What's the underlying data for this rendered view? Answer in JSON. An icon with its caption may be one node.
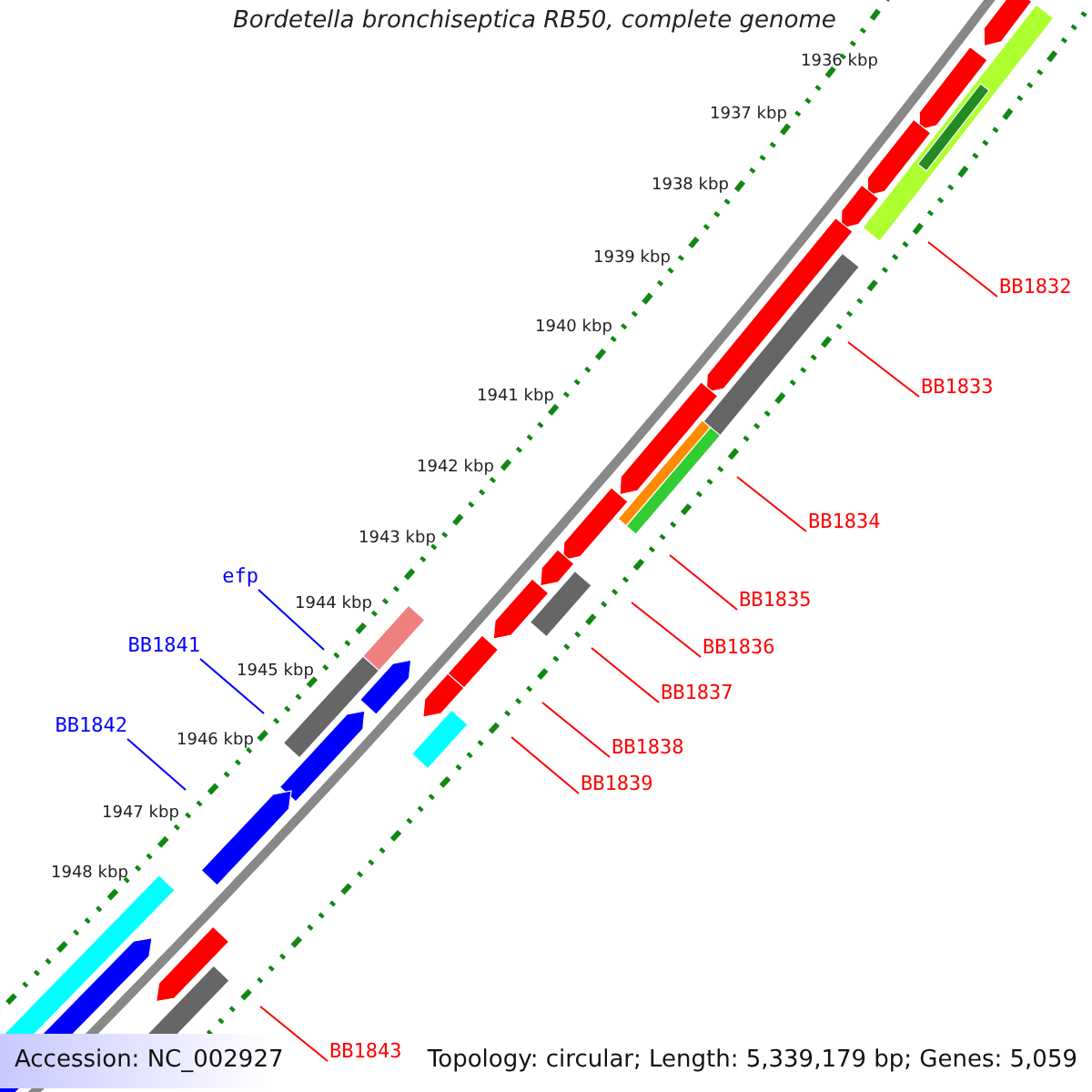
{
  "diagram": {
    "title": "Bordetella bronchiseptica RB50, complete genome",
    "nodes": [
      {
        "text": [
          "BB1832"
        ]
      },
      {
        "text": [
          "BB1833"
        ]
      },
      {
        "text": [
          "BB1834"
        ]
      },
      {
        "text": [
          "BB1835"
        ]
      },
      {
        "text": [
          "efp"
        ]
      },
      {
        "text": [
          "BB1836"
        ]
      },
      {
        "text": [
          "BB1841"
        ]
      },
      {
        "text": [
          "BB1837"
        ]
      },
      {
        "text": [
          "BB1842"
        ]
      },
      {
        "text": [
          "BB1838"
        ]
      },
      {
        "text": [
          "BB1839"
        ]
      },
      {
        "text": [
          "BB1843"
        ]
      }
    ],
    "edges": [
      {
        "from": 0,
        "to": null,
        "arrow": "none"
      },
      {
        "from": 1,
        "to": null,
        "arrow": "none"
      },
      {
        "from": 2,
        "to": null,
        "arrow": "none"
      },
      {
        "from": 3,
        "to": null,
        "arrow": "none"
      },
      {
        "from": 4,
        "to": null,
        "arrow": "none",
        "color": "#0000ff"
      },
      {
        "from": 5,
        "to": null,
        "arrow": "none"
      },
      {
        "from": 6,
        "to": null,
        "arrow": "none",
        "color": "#0000ff"
      },
      {
        "from": 7,
        "to": null,
        "arrow": "none"
      },
      {
        "from": 8,
        "to": null,
        "arrow": "none",
        "color": "#0000ff"
      },
      {
        "from": 9,
        "to": null,
        "arrow": "none"
      },
      {
        "from": 10,
        "to": null,
        "arrow": "none"
      },
      {
        "from": 11,
        "to": null,
        "arrow": "none"
      }
    ],
    "labels": [
      "1936 kbp",
      "1937 kbp",
      "1938 kbp",
      "1939 kbp",
      "1940 kbp",
      "1941 kbp",
      "1942 kbp",
      "1943 kbp",
      "1944 kbp",
      "1945 kbp",
      "1946 kbp",
      "1947 kbp",
      "1948 kbp",
      "Accession: NC_002927",
      "Topology: circular; Length: 5,339,179 bp; Genes: 5,059"
    ]
  }
}
